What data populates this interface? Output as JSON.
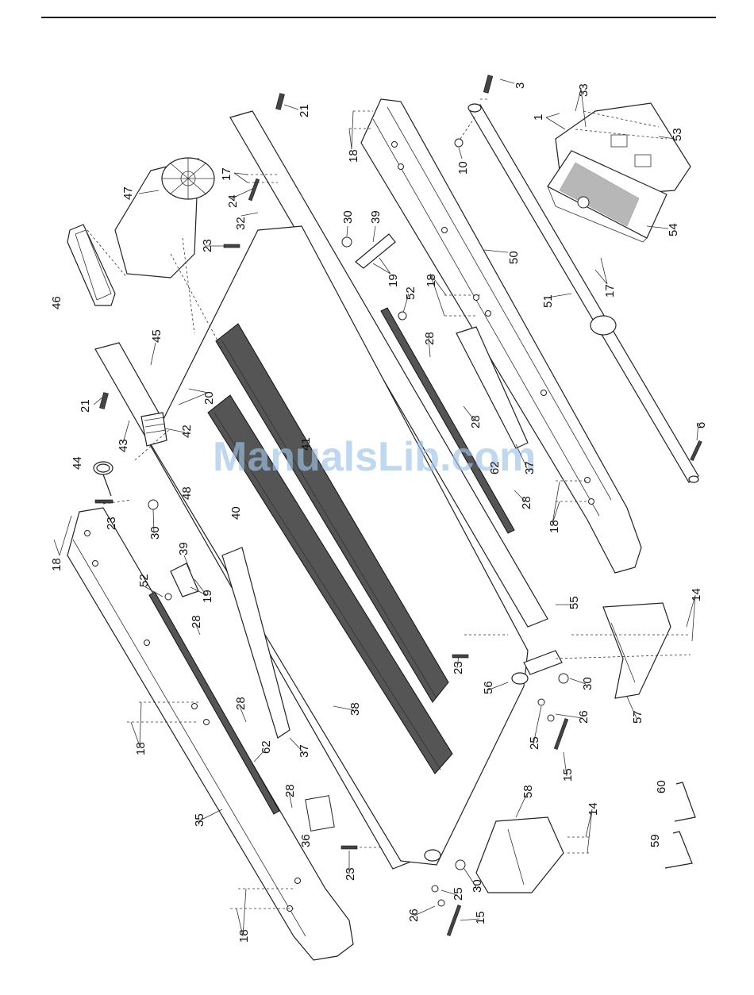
{
  "watermark": "ManualsLib.com",
  "labels": [
    {
      "id": "p3",
      "text": "3"
    },
    {
      "id": "p33",
      "text": "33"
    },
    {
      "id": "p1",
      "text": "1"
    },
    {
      "id": "p53",
      "text": "53"
    },
    {
      "id": "p54",
      "text": "54"
    },
    {
      "id": "p17a",
      "text": "17"
    },
    {
      "id": "p21a",
      "text": "21"
    },
    {
      "id": "p18a",
      "text": "18"
    },
    {
      "id": "p10",
      "text": "10"
    },
    {
      "id": "p17b",
      "text": "17"
    },
    {
      "id": "p47",
      "text": "47"
    },
    {
      "id": "p24",
      "text": "24"
    },
    {
      "id": "p32",
      "text": "32"
    },
    {
      "id": "p30a",
      "text": "30"
    },
    {
      "id": "p39a",
      "text": "39"
    },
    {
      "id": "p23a",
      "text": "23"
    },
    {
      "id": "p19a",
      "text": "19"
    },
    {
      "id": "p50",
      "text": "50"
    },
    {
      "id": "p51",
      "text": "51"
    },
    {
      "id": "p46",
      "text": "46"
    },
    {
      "id": "p18b",
      "text": "18"
    },
    {
      "id": "p52a",
      "text": "52"
    },
    {
      "id": "p28a",
      "text": "28"
    },
    {
      "id": "p45",
      "text": "45"
    },
    {
      "id": "p20",
      "text": "20"
    },
    {
      "id": "p21b",
      "text": "21"
    },
    {
      "id": "p42",
      "text": "42"
    },
    {
      "id": "p43",
      "text": "43"
    },
    {
      "id": "p41",
      "text": "41"
    },
    {
      "id": "p28b",
      "text": "28"
    },
    {
      "id": "p6",
      "text": "6"
    },
    {
      "id": "p44",
      "text": "44"
    },
    {
      "id": "p37a",
      "text": "37"
    },
    {
      "id": "p62a",
      "text": "62"
    },
    {
      "id": "p23b",
      "text": "23"
    },
    {
      "id": "p48",
      "text": "48"
    },
    {
      "id": "p40",
      "text": "40"
    },
    {
      "id": "p28c",
      "text": "28"
    },
    {
      "id": "p18c",
      "text": "18"
    },
    {
      "id": "p18d",
      "text": "18"
    },
    {
      "id": "p30b",
      "text": "30"
    },
    {
      "id": "p39b",
      "text": "39"
    },
    {
      "id": "p52b",
      "text": "52"
    },
    {
      "id": "p19b",
      "text": "19"
    },
    {
      "id": "p55",
      "text": "55"
    },
    {
      "id": "p14a",
      "text": "14"
    },
    {
      "id": "p28d",
      "text": "28"
    },
    {
      "id": "p23c",
      "text": "23"
    },
    {
      "id": "p28e",
      "text": "28"
    },
    {
      "id": "p56",
      "text": "56"
    },
    {
      "id": "p30c",
      "text": "30"
    },
    {
      "id": "p38",
      "text": "38"
    },
    {
      "id": "p26a",
      "text": "26"
    },
    {
      "id": "p57",
      "text": "57"
    },
    {
      "id": "p18e",
      "text": "18"
    },
    {
      "id": "p62b",
      "text": "62"
    },
    {
      "id": "p37b",
      "text": "37"
    },
    {
      "id": "p25a",
      "text": "25"
    },
    {
      "id": "p15a",
      "text": "15"
    },
    {
      "id": "p28f",
      "text": "28"
    },
    {
      "id": "p60",
      "text": "60"
    },
    {
      "id": "p35",
      "text": "35"
    },
    {
      "id": "p36",
      "text": "36"
    },
    {
      "id": "p58",
      "text": "58"
    },
    {
      "id": "p14b",
      "text": "14"
    },
    {
      "id": "p59",
      "text": "59"
    },
    {
      "id": "p23d",
      "text": "23"
    },
    {
      "id": "p30d",
      "text": "30"
    },
    {
      "id": "p25b",
      "text": "25"
    },
    {
      "id": "p26b",
      "text": "26"
    },
    {
      "id": "p15b",
      "text": "15"
    },
    {
      "id": "p18f",
      "text": "18"
    }
  ]
}
